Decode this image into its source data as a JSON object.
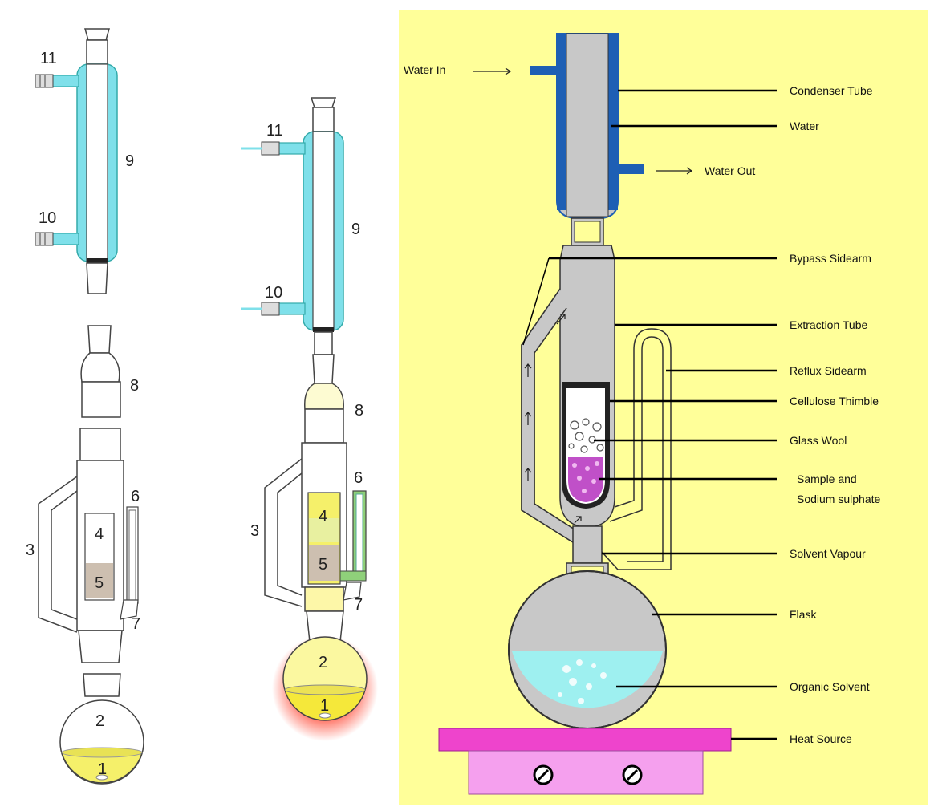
{
  "left_diagram": {
    "labels": {
      "n1": "1",
      "n2": "2",
      "n3": "3",
      "n4": "4",
      "n5": "5",
      "n6": "6",
      "n7": "7",
      "n8": "8",
      "n9": "9",
      "n10": "10",
      "n11": "11"
    }
  },
  "middle_diagram": {
    "labels": {
      "n1": "1",
      "n2": "2",
      "n3": "3",
      "n4": "4",
      "n5": "5",
      "n6": "6",
      "n7": "7",
      "n8": "8",
      "n9": "9",
      "n10": "10",
      "n11": "11"
    }
  },
  "right_diagram": {
    "background_color": "#ffff99",
    "water_in": "Water In",
    "water_out": "Water Out",
    "labels": [
      "Condenser Tube",
      "Water",
      "Bypass Sidearm",
      "Extraction Tube",
      "Reflux Sidearm",
      "Cellulose Thimble",
      "Glass Wool",
      "Sample and",
      "Sodium sulphate",
      "Solvent Vapour",
      "Flask",
      "Organic Solvent",
      "Heat Source"
    ]
  },
  "colors": {
    "coolant": "#7fe0ea",
    "solvent_yellow": "#f5f06a",
    "sample": "#cdbfb0",
    "condenser_blue": "#1e5fb4",
    "grey_glass": "#c8c8c8",
    "organic_solvent": "#9ef0f0",
    "heat_plate": "#ee44cc",
    "heat_base": "#f5a0ee",
    "sample_purple": "#c050c8"
  }
}
